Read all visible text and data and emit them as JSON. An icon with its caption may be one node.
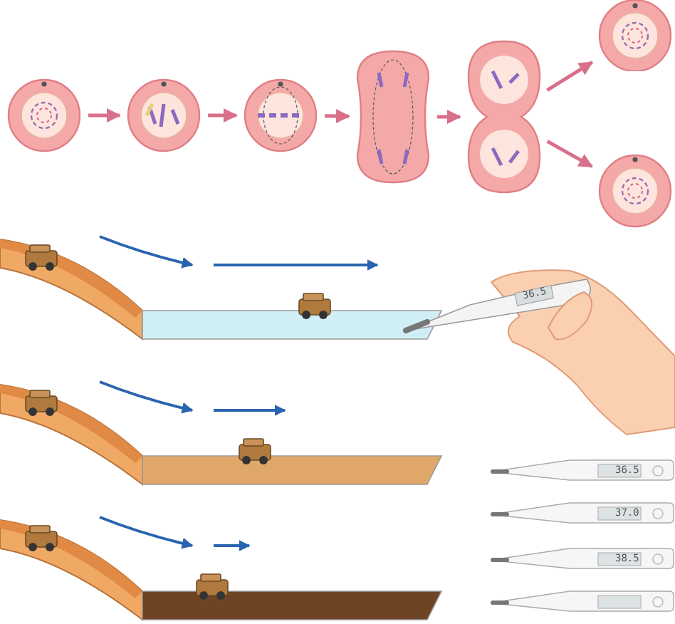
{
  "diagram": {
    "nodes": [
      {
        "text": [],
        "shape": "picture"
      },
      {
        "text": [],
        "shape": "picture"
      },
      {
        "text": [],
        "shape": "picture"
      },
      {
        "text": [],
        "shape": "picture"
      },
      {
        "text": [],
        "shape": "picture"
      },
      {
        "text": [],
        "shape": "picture"
      },
      {
        "text": [],
        "shape": "picture"
      }
    ],
    "edges": [
      {
        "from": 0,
        "to": 1,
        "arrow": "to"
      },
      {
        "from": 1,
        "to": 2,
        "arrow": "to"
      },
      {
        "from": 2,
        "to": 3,
        "arrow": "to"
      },
      {
        "from": 3,
        "to": 4,
        "arrow": "to"
      },
      {
        "from": 4,
        "to": 5,
        "arrow": "to"
      },
      {
        "from": 4,
        "to": 6,
        "arrow": "to"
      }
    ],
    "labels": [
      "36.5",
      "36.5",
      "37.0",
      "38.5"
    ]
  }
}
